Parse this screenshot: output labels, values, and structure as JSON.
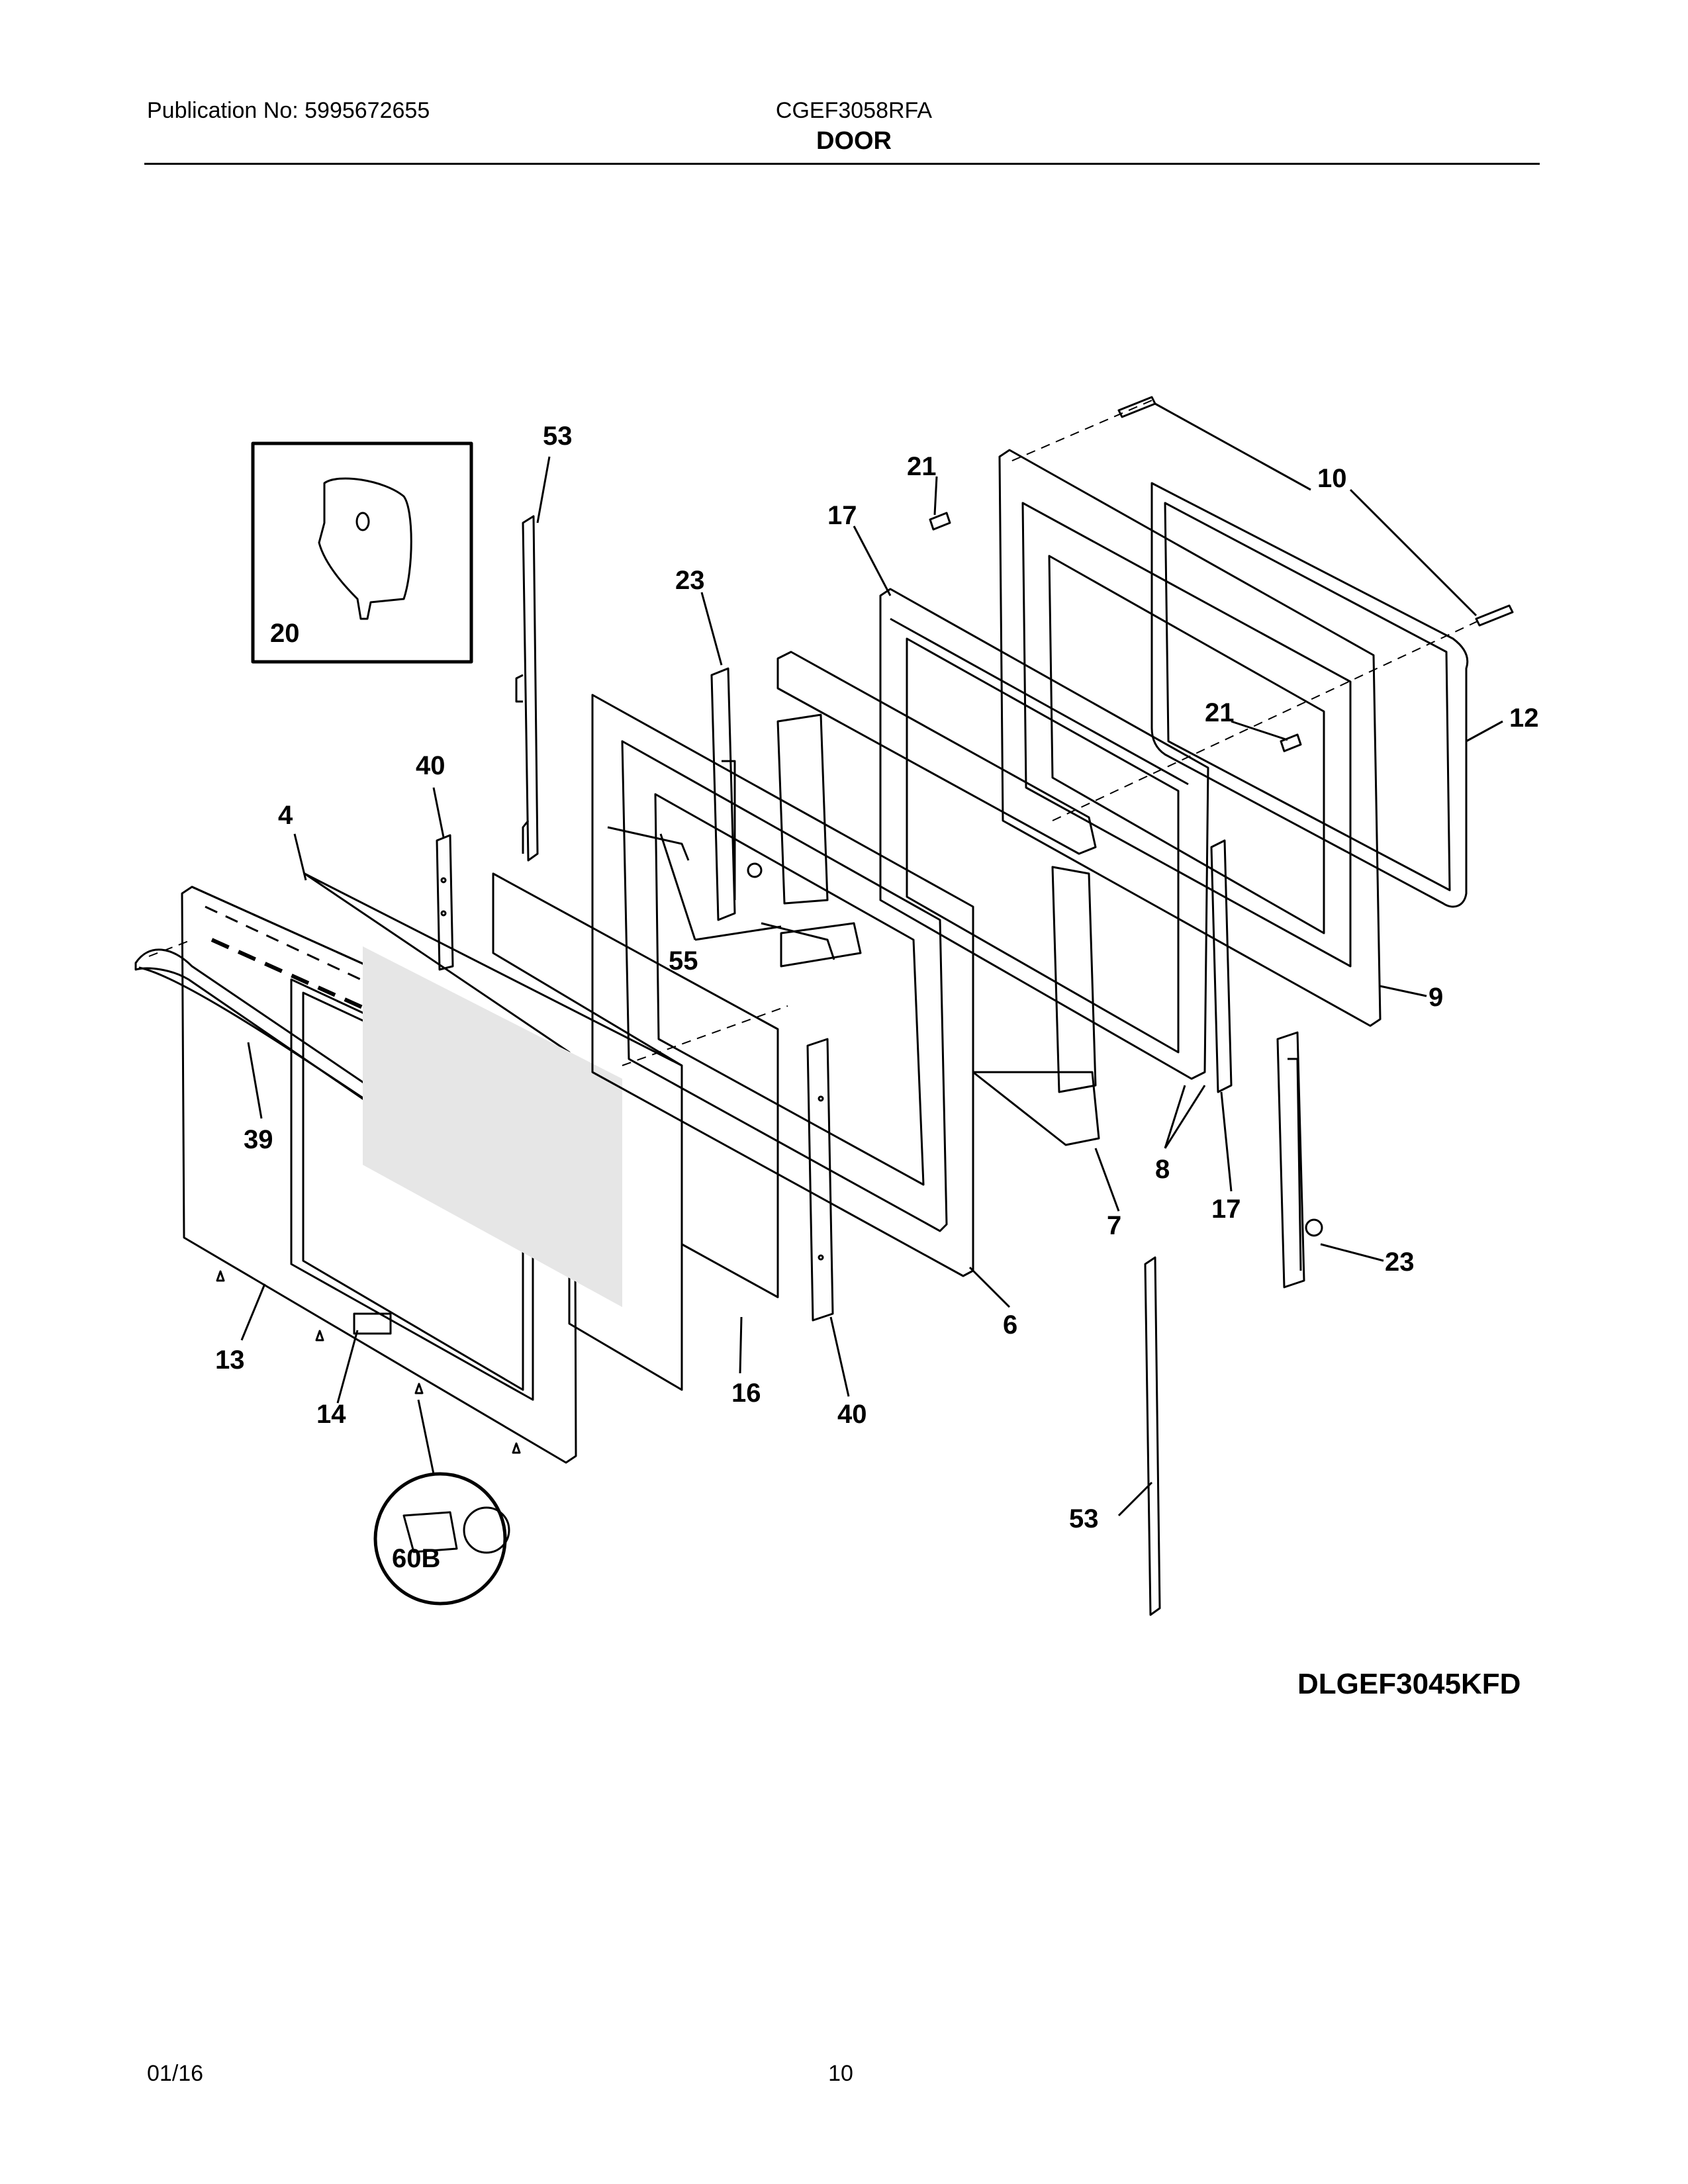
{
  "header": {
    "publication": "Publication No: 5995672655",
    "model": "CGEF3058RFA",
    "section_title": "DOOR"
  },
  "diagram_code": "DLGEF3045KFD",
  "footer": {
    "date": "01/16",
    "page_number": "10"
  },
  "callouts": [
    "53",
    "21",
    "10",
    "17",
    "23",
    "20",
    "40",
    "4",
    "21",
    "12",
    "55",
    "9",
    "39",
    "8",
    "7",
    "17",
    "6",
    "23",
    "13",
    "16",
    "14",
    "40",
    "53",
    "60B"
  ],
  "colors": {
    "line": "#000000",
    "paper": "#ffffff",
    "glass_shade": "#e6e6e6"
  }
}
